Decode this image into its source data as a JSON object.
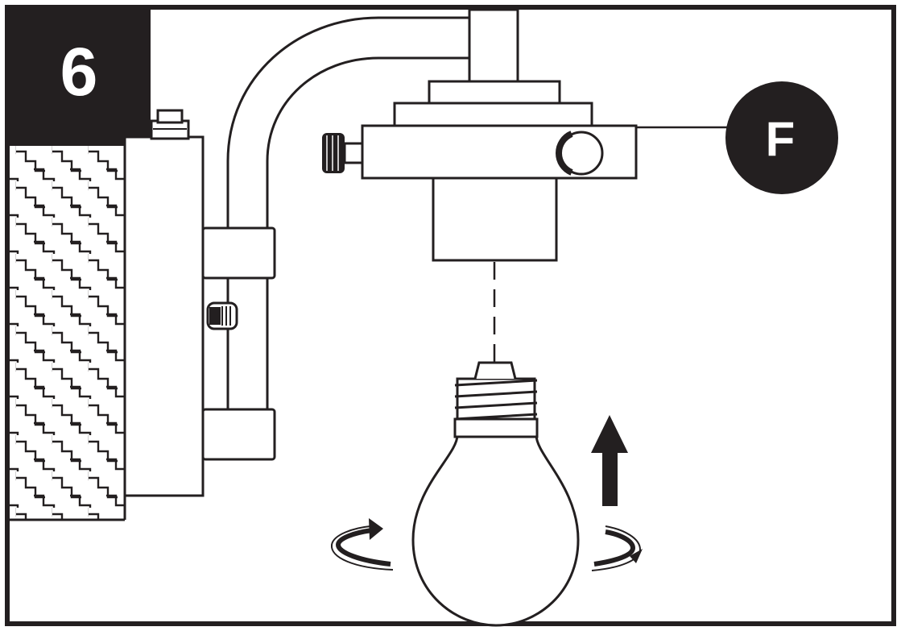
{
  "step": {
    "number": "6"
  },
  "callout": {
    "letter": "F"
  },
  "colors": {
    "ink": "#231f20",
    "paper": "#ffffff"
  },
  "icons": {
    "step_badge": "step-number-badge",
    "callout": "callout-f-badge",
    "arrow": "up-arrow-icon",
    "rotation": "rotate-clockwise-icon"
  }
}
